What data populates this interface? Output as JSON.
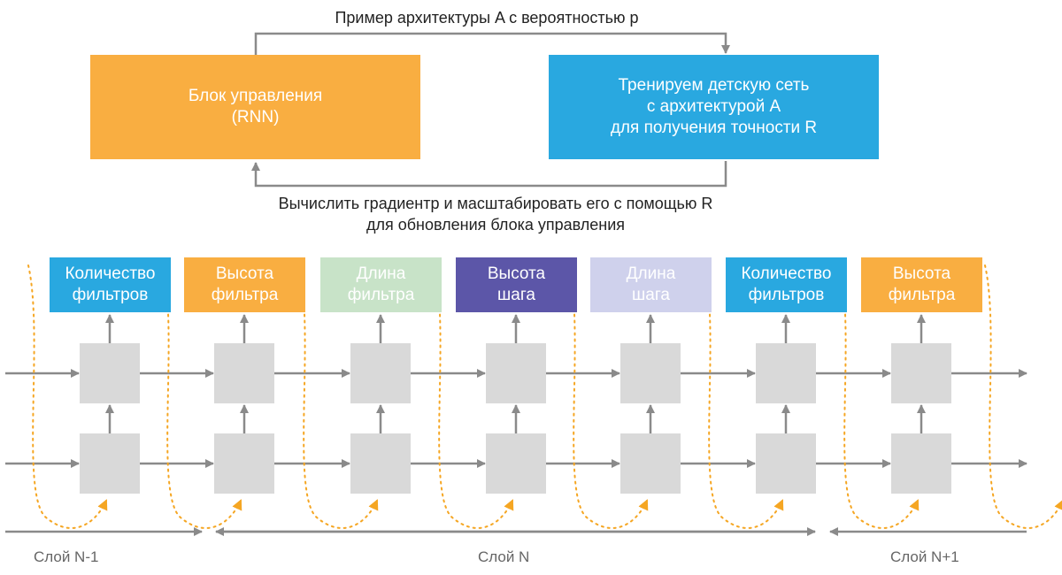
{
  "top_caption": "Пример архитектуры A с вероятностью p",
  "bottom_caption": "Вычислить градиентр и масштабировать его с помощью R\nдля обновления блока управления",
  "controller": {
    "text": "Блок управления\n(RNN)",
    "color": "#f9ae41"
  },
  "child": {
    "text": "Тренируем детскую сеть\nс архитектурой A\nдля получения точности R",
    "color": "#29a8e0"
  },
  "tokens": [
    {
      "text": "Количество\nфильтров",
      "color": "#29a8e0"
    },
    {
      "text": "Высота\nфильтра",
      "color": "#f9ae41"
    },
    {
      "text": "Длина\nфильтра",
      "color": "#c8e3c8"
    },
    {
      "text": "Высота\nшага",
      "color": "#5c56a8"
    },
    {
      "text": "Длина\nшага",
      "color": "#cfd1ec"
    },
    {
      "text": "Количество\nфильтров",
      "color": "#29a8e0"
    },
    {
      "text": "Высота\nфильтра",
      "color": "#f9ae41"
    }
  ],
  "layers": [
    "Слой N-1",
    "Слой N",
    "Слой N+1"
  ],
  "colors": {
    "arrow": "#8a8a8a",
    "dotted": "#f5a623",
    "cell": "#d9d9d9"
  }
}
